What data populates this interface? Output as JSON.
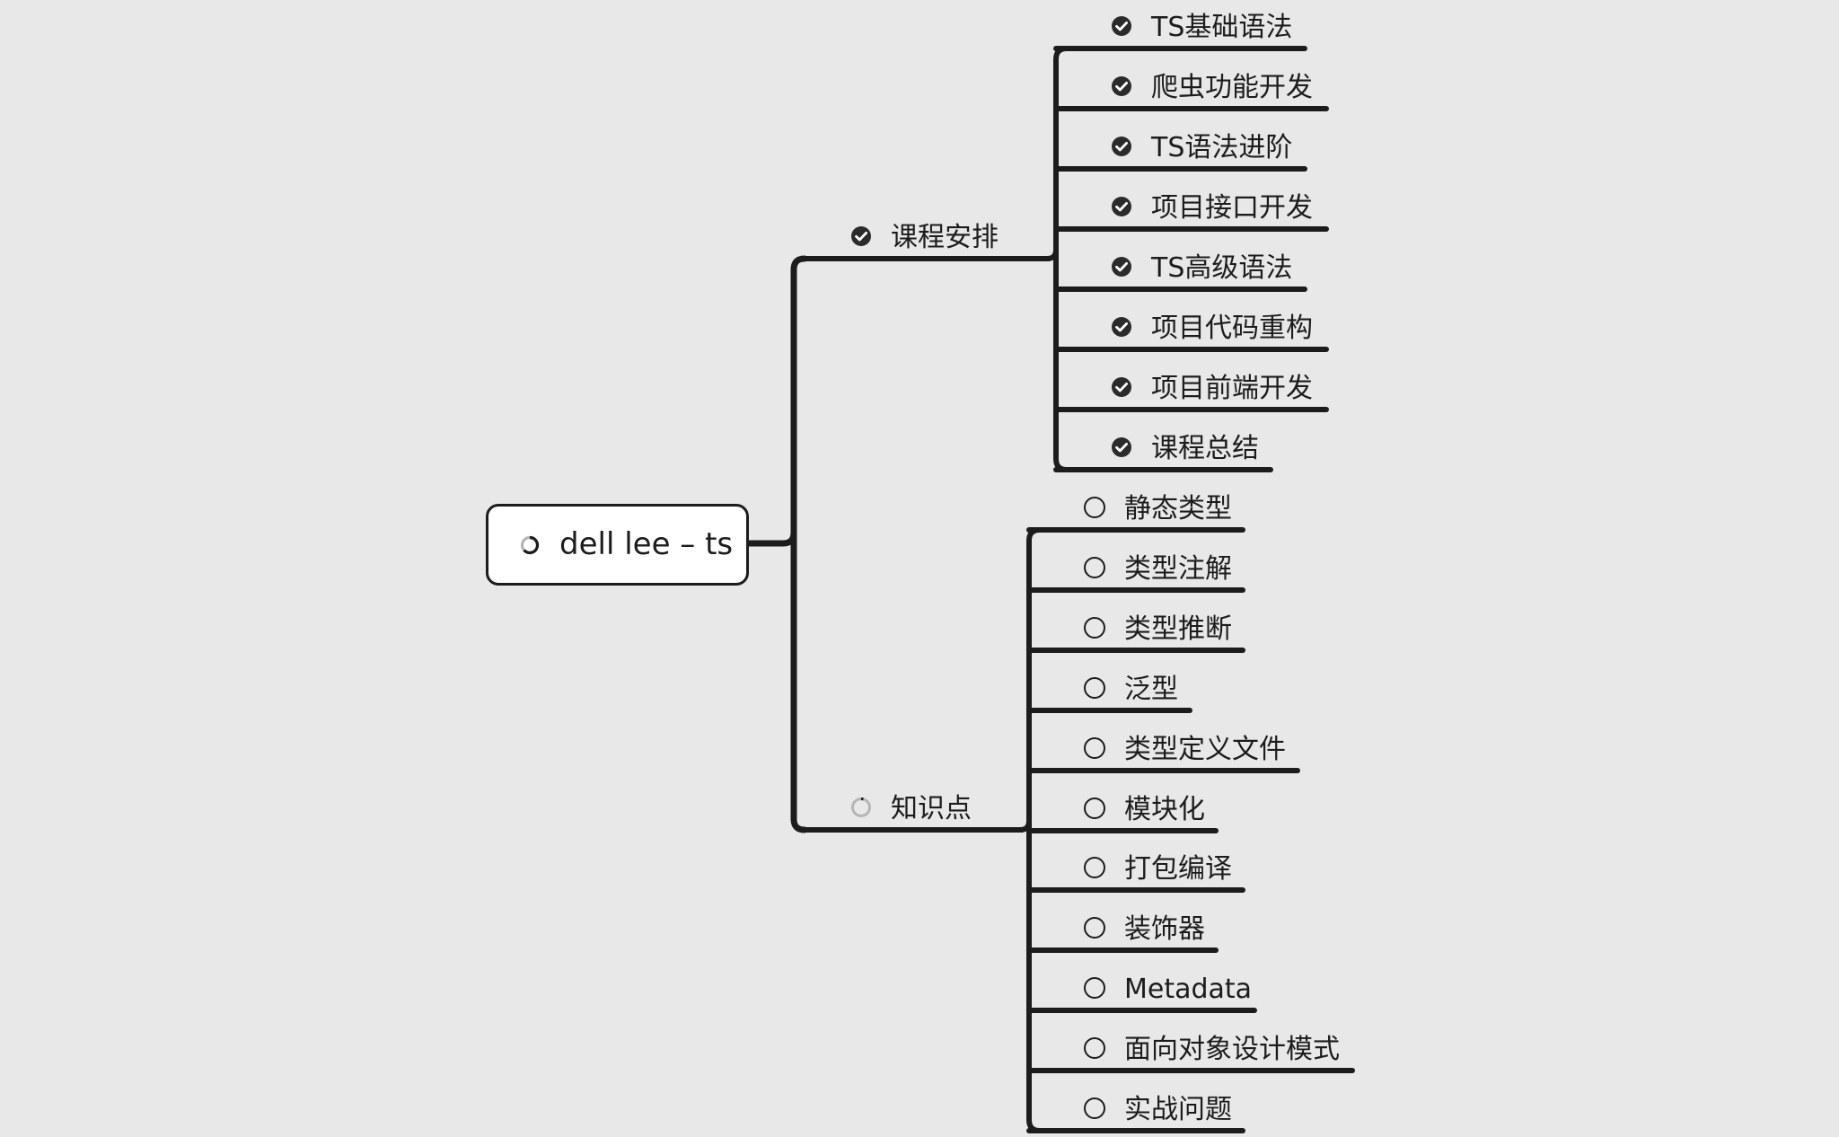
{
  "root": {
    "label": "dell lee – ts",
    "icon": "progress-ring-icon"
  },
  "branches": [
    {
      "label": "课程安排",
      "icon": "check-circle-icon",
      "status": "done",
      "children": [
        {
          "label": "TS基础语法",
          "icon": "check-circle-icon",
          "status": "done"
        },
        {
          "label": "爬虫功能开发",
          "icon": "check-circle-icon",
          "status": "done"
        },
        {
          "label": "TS语法进阶",
          "icon": "check-circle-icon",
          "status": "done"
        },
        {
          "label": "项目接口开发",
          "icon": "check-circle-icon",
          "status": "done"
        },
        {
          "label": "TS高级语法",
          "icon": "check-circle-icon",
          "status": "done"
        },
        {
          "label": "项目代码重构",
          "icon": "check-circle-icon",
          "status": "done"
        },
        {
          "label": "项目前端开发",
          "icon": "check-circle-icon",
          "status": "done"
        },
        {
          "label": "课程总结",
          "icon": "check-circle-icon",
          "status": "done"
        }
      ]
    },
    {
      "label": "知识点",
      "icon": "progress-ring-icon",
      "status": "started",
      "children": [
        {
          "label": "静态类型",
          "icon": "empty-circle-icon",
          "status": "todo"
        },
        {
          "label": "类型注解",
          "icon": "empty-circle-icon",
          "status": "todo"
        },
        {
          "label": "类型推断",
          "icon": "empty-circle-icon",
          "status": "todo"
        },
        {
          "label": "泛型",
          "icon": "empty-circle-icon",
          "status": "todo"
        },
        {
          "label": "类型定义文件",
          "icon": "empty-circle-icon",
          "status": "todo"
        },
        {
          "label": "模块化",
          "icon": "empty-circle-icon",
          "status": "todo"
        },
        {
          "label": "打包编译",
          "icon": "empty-circle-icon",
          "status": "todo"
        },
        {
          "label": "装饰器",
          "icon": "empty-circle-icon",
          "status": "todo"
        },
        {
          "label": "Metadata",
          "icon": "empty-circle-icon",
          "status": "todo"
        },
        {
          "label": "面向对象设计模式",
          "icon": "empty-circle-icon",
          "status": "todo"
        },
        {
          "label": "实战问题",
          "icon": "empty-circle-icon",
          "status": "todo"
        }
      ]
    }
  ],
  "colors": {
    "background": "#e8e8e8",
    "line": "#1c1c1c",
    "text": "#1c1c1c",
    "root_fill": "#ffffff",
    "check_fill": "#2b2b2b",
    "ring_track": "#b5b5b5"
  }
}
